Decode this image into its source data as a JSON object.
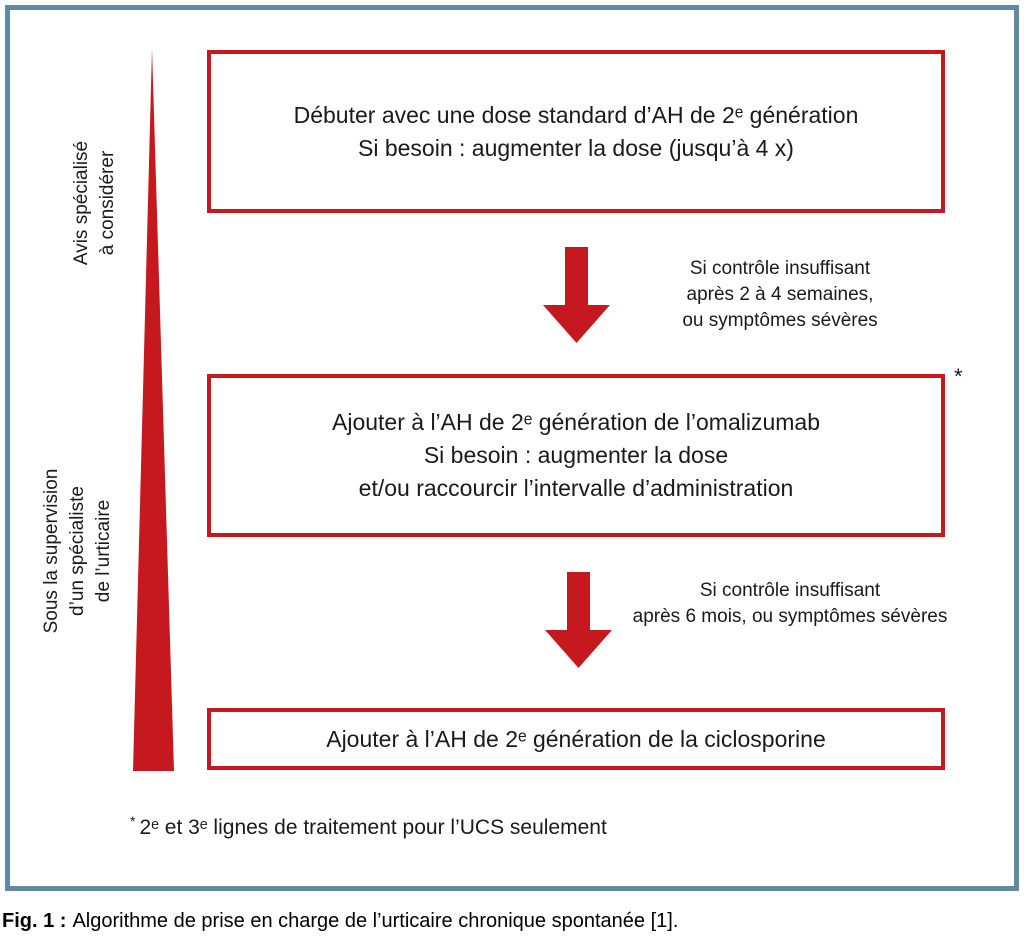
{
  "figure": {
    "caption_label": "Fig. 1 :",
    "caption_text": "Algorithme de prise en charge de l’urticaire chronique spontanée [1].",
    "footnote_marker": "*",
    "footnote_text": "2ᵉ et 3ᵉ lignes de traitement pour l’UCS seulement",
    "asterisk": "*"
  },
  "side_labels": [
    {
      "name": "avis-specialise",
      "lines": [
        "Avis spécialisé",
        "à considérer"
      ]
    },
    {
      "name": "sous-supervision",
      "lines": [
        "Sous la supervision",
        "d’un spécialiste",
        "de l’urticaire"
      ]
    }
  ],
  "flowchart": {
    "boxes": [
      {
        "step": 1,
        "lines": [
          "Débuter avec une dose standard d’AH de 2ᵉ génération",
          "Si besoin : augmenter la dose (jusqu’à 4 x)"
        ]
      },
      {
        "step": 2,
        "lines": [
          "Ajouter à l’AH de 2ᵉ génération de l’omalizumab",
          "Si besoin : augmenter la dose",
          "et/ou raccourcir l’intervalle d’administration"
        ]
      },
      {
        "step": 3,
        "lines": [
          "Ajouter à l’AH de 2ᵉ génération de la ciclosporine"
        ]
      }
    ],
    "arrows": [
      {
        "label_lines": [
          "Si contrôle insuffisant",
          "après 2 à 4 semaines,",
          "ou symptômes sévères"
        ]
      },
      {
        "label_lines": [
          "Si contrôle insuffisant",
          "après 6 mois, ou symptômes sévères"
        ]
      }
    ]
  },
  "colors": {
    "accent_red": "#c5181f",
    "frame_blue": "#6089a6"
  }
}
